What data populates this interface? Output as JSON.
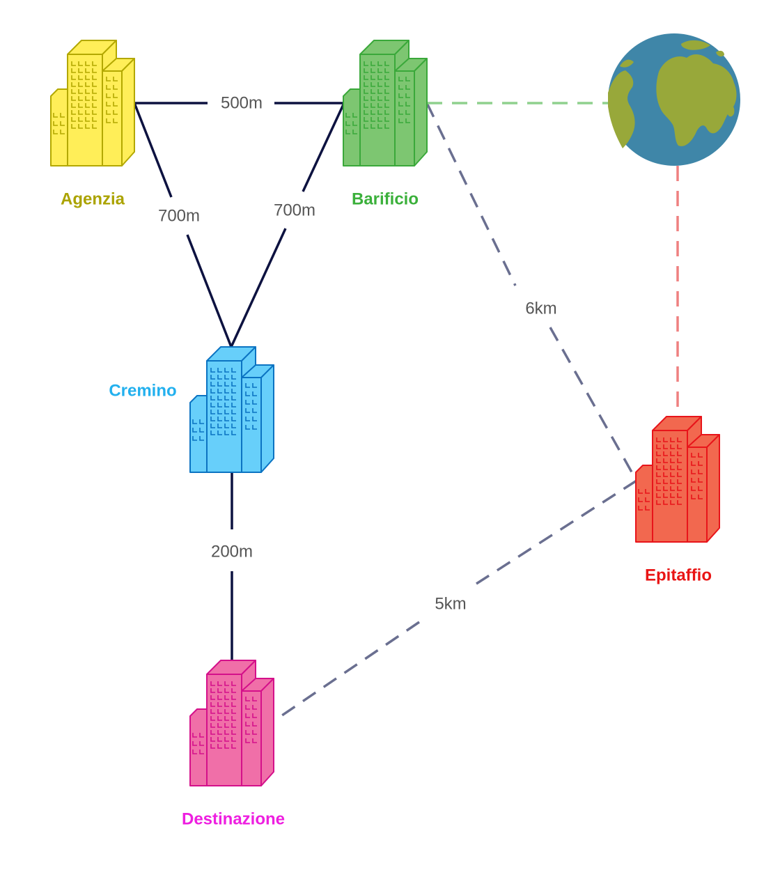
{
  "buildings": {
    "agenzia": {
      "name": "Agenzia",
      "fill": "#ffee58",
      "stroke": "#b3a800",
      "label_color": "#aba300"
    },
    "barificio": {
      "name": "Barificio",
      "fill": "#7dc671",
      "stroke": "#3aa83a",
      "label_color": "#3bb03b"
    },
    "cremino": {
      "name": "Cremino",
      "fill": "#67cffa",
      "stroke": "#0b73c2",
      "label_color": "#22b0ee"
    },
    "destinazione": {
      "name": "Destinazione",
      "fill": "#f06fa8",
      "stroke": "#d4108a",
      "label_color": "#ee1fe0"
    },
    "epitaffio": {
      "name": "Epitaffio",
      "fill": "#f2684f",
      "stroke": "#e8141a",
      "label_color": "#e91515"
    }
  },
  "globe": {
    "ocean": "#3f86a8",
    "land": "#98a83a"
  },
  "links": [
    {
      "from": "Agenzia",
      "to": "Barificio",
      "distance": "500m",
      "style": "solid",
      "color": "#0d1240"
    },
    {
      "from": "Agenzia",
      "to": "Cremino",
      "distance": "700m",
      "style": "solid",
      "color": "#0d1240"
    },
    {
      "from": "Barificio",
      "to": "Cremino",
      "distance": "700m",
      "style": "solid",
      "color": "#0d1240"
    },
    {
      "from": "Cremino",
      "to": "Destinazione",
      "distance": "200m",
      "style": "solid",
      "color": "#0d1240"
    },
    {
      "from": "Barificio",
      "to": "Epitaffio",
      "distance": "6km",
      "style": "dashed",
      "color": "#6a6f90"
    },
    {
      "from": "Epitaffio",
      "to": "Destinazione",
      "distance": "5km",
      "style": "dashed",
      "color": "#6a6f90"
    },
    {
      "from": "Barificio",
      "to": "globe",
      "distance": "",
      "style": "dashed",
      "color": "#8fd18e"
    },
    {
      "from": "globe",
      "to": "Epitaffio",
      "distance": "",
      "style": "dashed",
      "color": "#ef8080"
    }
  ]
}
